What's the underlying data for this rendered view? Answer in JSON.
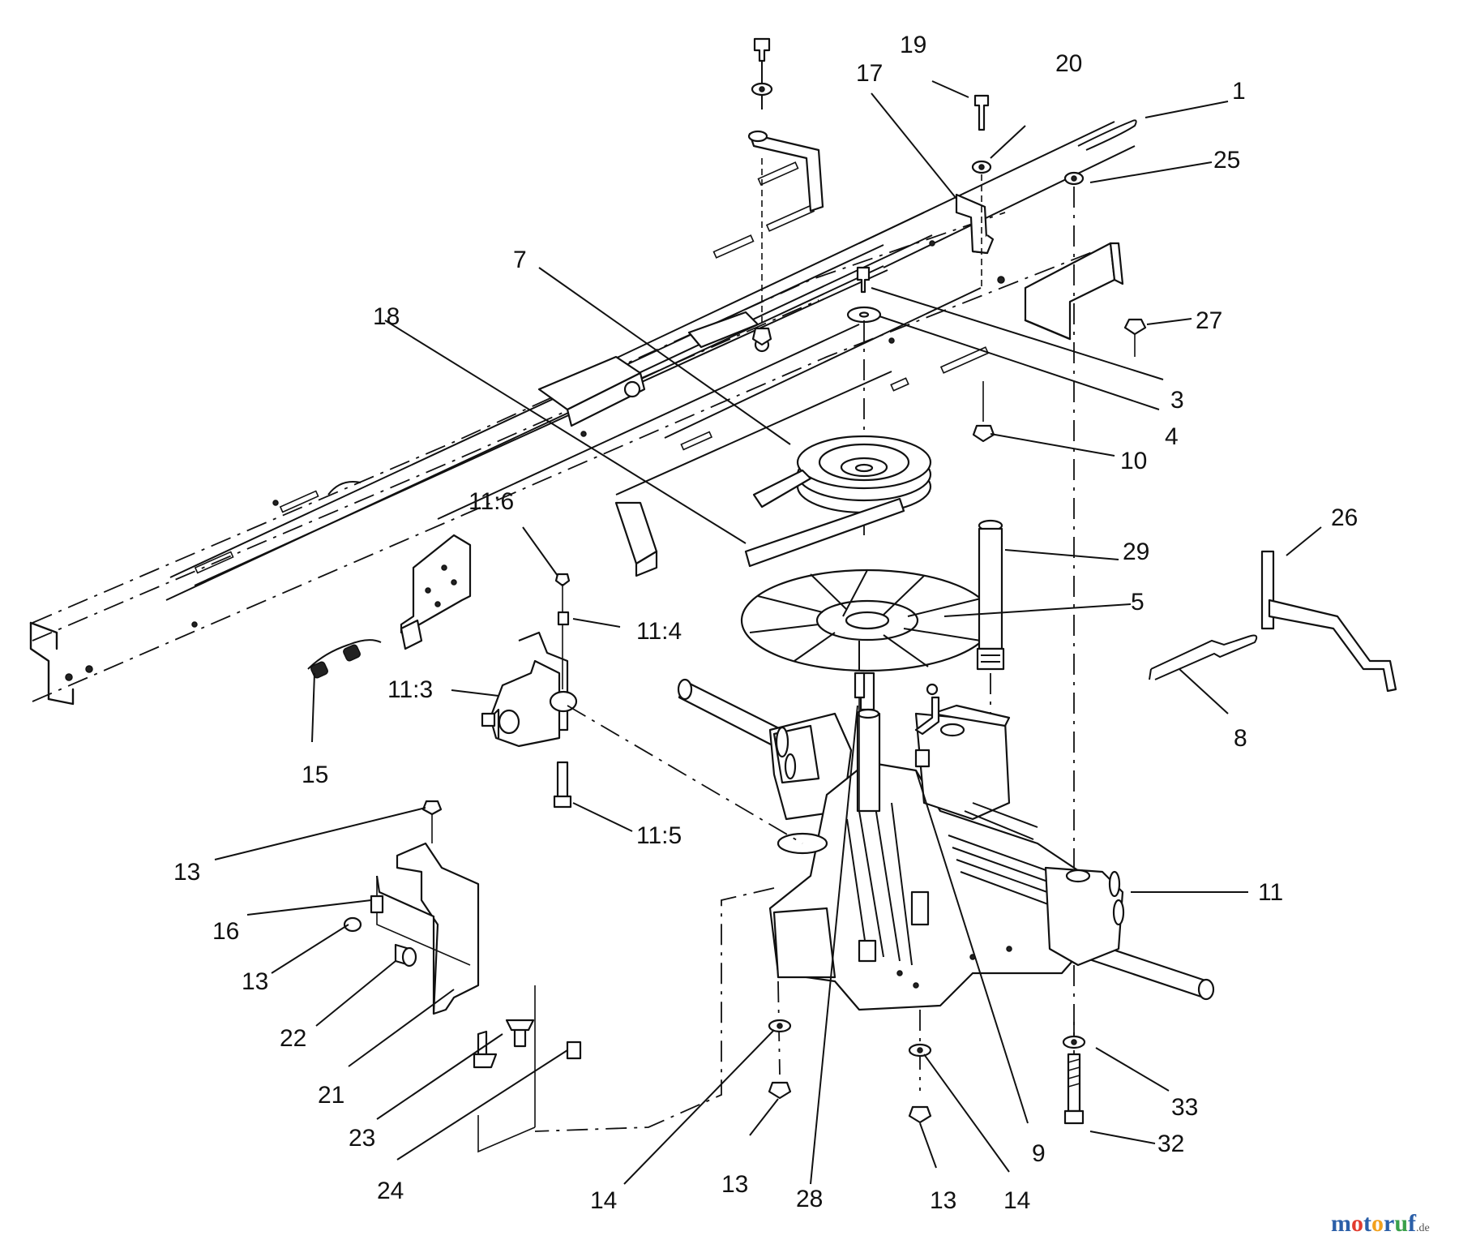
{
  "diagram": {
    "callouts": [
      {
        "id": "c1",
        "text": "1"
      },
      {
        "id": "c3",
        "text": "3"
      },
      {
        "id": "c4",
        "text": "4"
      },
      {
        "id": "c5",
        "text": "5"
      },
      {
        "id": "c7",
        "text": "7"
      },
      {
        "id": "c8",
        "text": "8"
      },
      {
        "id": "c9",
        "text": "9"
      },
      {
        "id": "c10",
        "text": "10"
      },
      {
        "id": "c11",
        "text": "11"
      },
      {
        "id": "c11_3",
        "text": "11:3"
      },
      {
        "id": "c11_4",
        "text": "11:4"
      },
      {
        "id": "c11_5",
        "text": "11:5"
      },
      {
        "id": "c11_6",
        "text": "11:6"
      },
      {
        "id": "c13a",
        "text": "13"
      },
      {
        "id": "c13b",
        "text": "13"
      },
      {
        "id": "c13c",
        "text": "13"
      },
      {
        "id": "c13d",
        "text": "13"
      },
      {
        "id": "c14a",
        "text": "14"
      },
      {
        "id": "c14b",
        "text": "14"
      },
      {
        "id": "c15",
        "text": "15"
      },
      {
        "id": "c16",
        "text": "16"
      },
      {
        "id": "c17",
        "text": "17"
      },
      {
        "id": "c18",
        "text": "18"
      },
      {
        "id": "c19",
        "text": "19"
      },
      {
        "id": "c20",
        "text": "20"
      },
      {
        "id": "c21",
        "text": "21"
      },
      {
        "id": "c22",
        "text": "22"
      },
      {
        "id": "c23",
        "text": "23"
      },
      {
        "id": "c24",
        "text": "24"
      },
      {
        "id": "c25",
        "text": "25"
      },
      {
        "id": "c26",
        "text": "26"
      },
      {
        "id": "c27",
        "text": "27"
      },
      {
        "id": "c28",
        "text": "28"
      },
      {
        "id": "c29",
        "text": "29"
      },
      {
        "id": "c32",
        "text": "32"
      },
      {
        "id": "c33",
        "text": "33"
      }
    ]
  },
  "watermark": {
    "brand": "motoruf",
    "suffix": ".de",
    "colors": {
      "m": "#2b5fa8",
      "o1": "#e23b2e",
      "t": "#2b5fa8",
      "o2": "#f2a01c",
      "r": "#2b5fa8",
      "u": "#3aa04a",
      "f": "#2b5fa8",
      "suffix": "#555555"
    }
  }
}
